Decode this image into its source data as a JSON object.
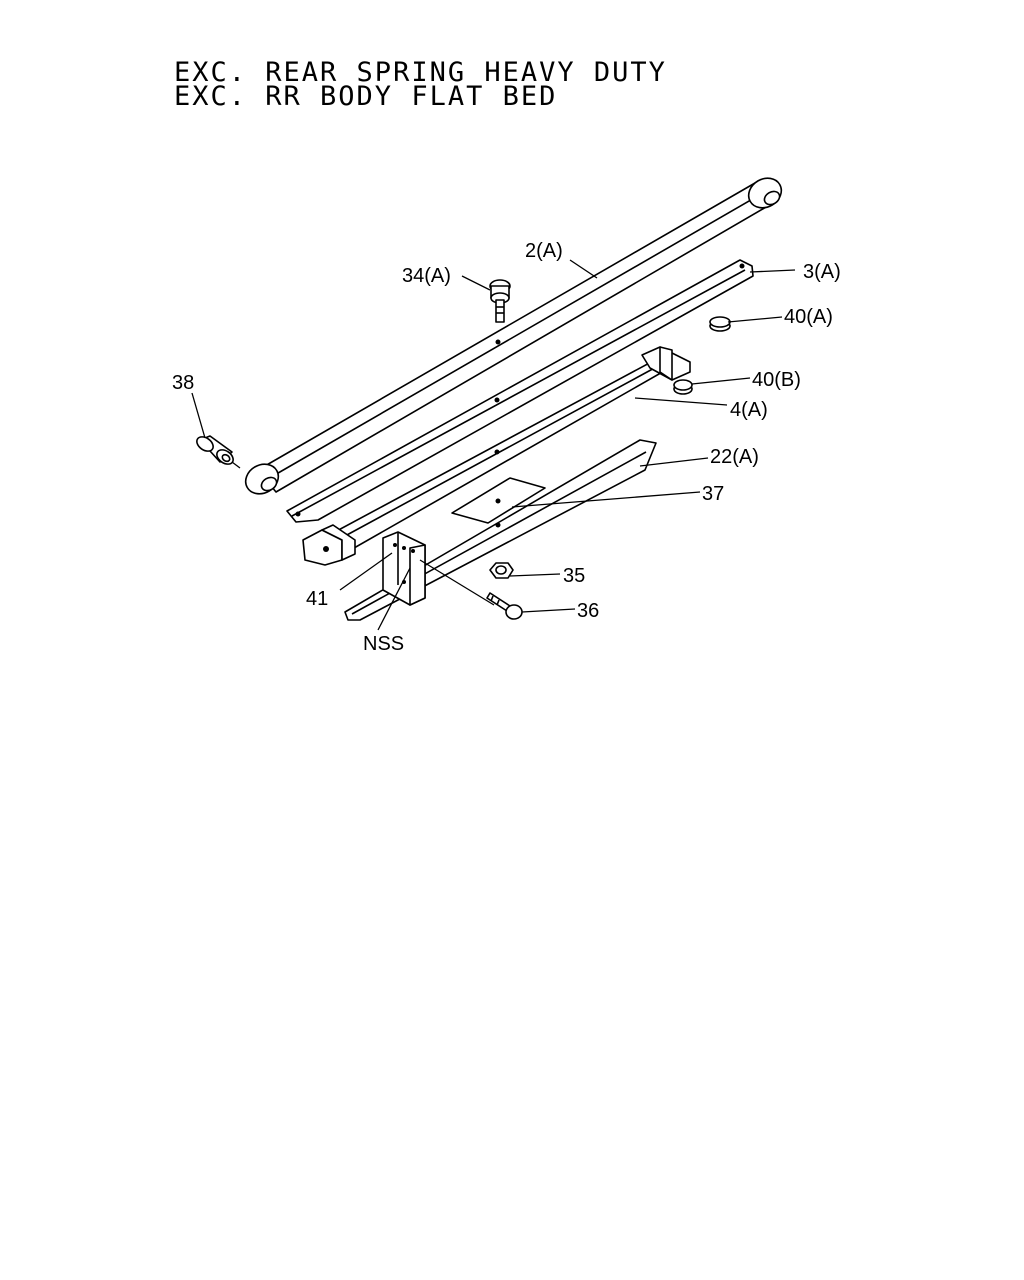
{
  "header": {
    "line1": "EXC. REAR SPRING HEAVY DUTY",
    "line2": "EXC. RR BODY FLAT BED"
  },
  "callouts": {
    "c_2a": "2(A)",
    "c_3a": "3(A)",
    "c_34a": "34(A)",
    "c_40a": "40(A)",
    "c_40b": "40(B)",
    "c_38": "38",
    "c_4a": "4(A)",
    "c_22a": "22(A)",
    "c_37": "37",
    "c_35": "35",
    "c_36": "36",
    "c_41": "41",
    "c_nss": "NSS"
  },
  "colors": {
    "ink": "#000000",
    "paper": "#ffffff"
  }
}
